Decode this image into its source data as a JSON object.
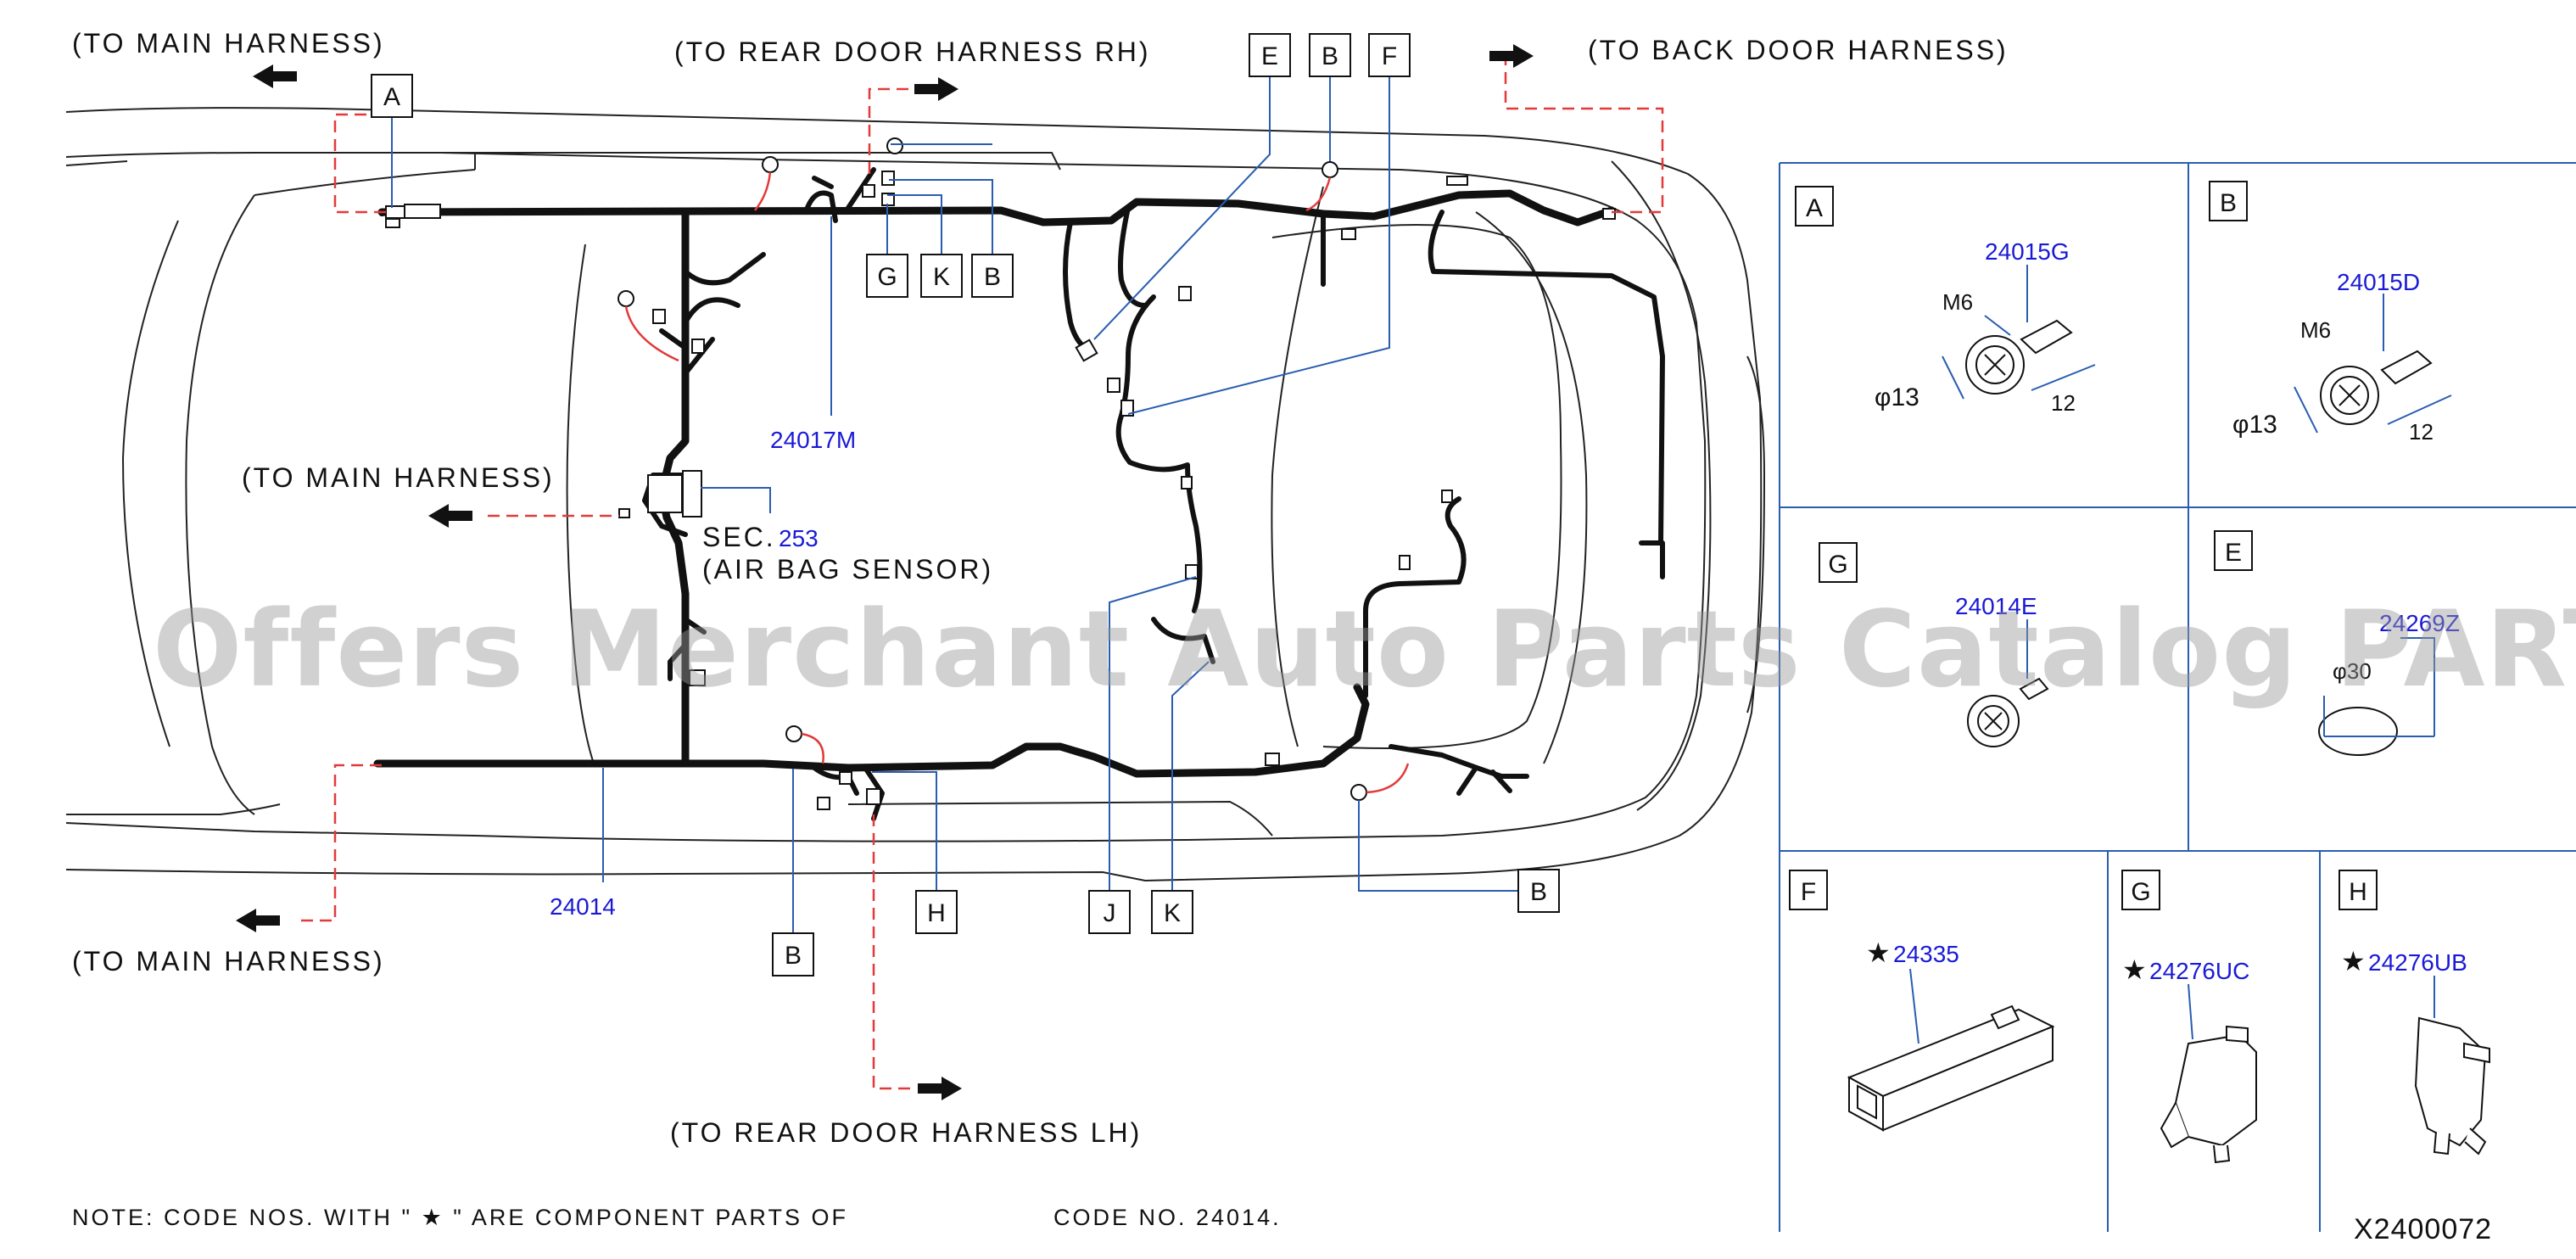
{
  "labels": {
    "to_main_harness": "(TO  MAIN  HARNESS)",
    "to_rear_door_rh": "(TO  REAR  DOOR  HARNESS  RH)",
    "to_back_door": "(TO  BACK  DOOR  HARNESS)",
    "to_rear_door_lh": "(TO  REAR  DOOR  HARNESS  LH)",
    "sec_prefix": "SEC.",
    "sec_number": "253",
    "air_bag_sensor": "(AIR  BAG  SENSOR)",
    "part_24017M": "24017M",
    "part_24014": "24014"
  },
  "callouts": {
    "A": "A",
    "B": "B",
    "E": "E",
    "F": "F",
    "G": "G",
    "K": "K",
    "H": "H",
    "J": "J"
  },
  "panels": {
    "A": {
      "letter": "A",
      "code": "24015G",
      "thread": "M6",
      "dia": "φ13",
      "len": "12"
    },
    "B": {
      "letter": "B",
      "code": "24015D",
      "thread": "M6",
      "dia": "φ13",
      "len": "12"
    },
    "G": {
      "letter": "G",
      "code": "24014E"
    },
    "E": {
      "letter": "E",
      "code": "24269Z",
      "dia": "φ30"
    },
    "F": {
      "letter": "F",
      "code": "24335",
      "star": "★"
    },
    "G2": {
      "letter": "G",
      "code": "24276UC",
      "star": "★"
    },
    "H": {
      "letter": "H",
      "code": "24276UB",
      "star": "★"
    }
  },
  "note": {
    "left": "NOTE:  CODE  NOS.  WITH  \" ★ \"  ARE  COMPONENT  PARTS  OF",
    "right": "CODE  NO.  24014."
  },
  "diagram_id": "X2400072",
  "watermark": "Offers Merchant Auto Parts Catalog PARTSTORE.SA",
  "colors": {
    "leader": "#2a5db0",
    "dashed": "#e23a3a",
    "code": "#1a1ad6"
  }
}
